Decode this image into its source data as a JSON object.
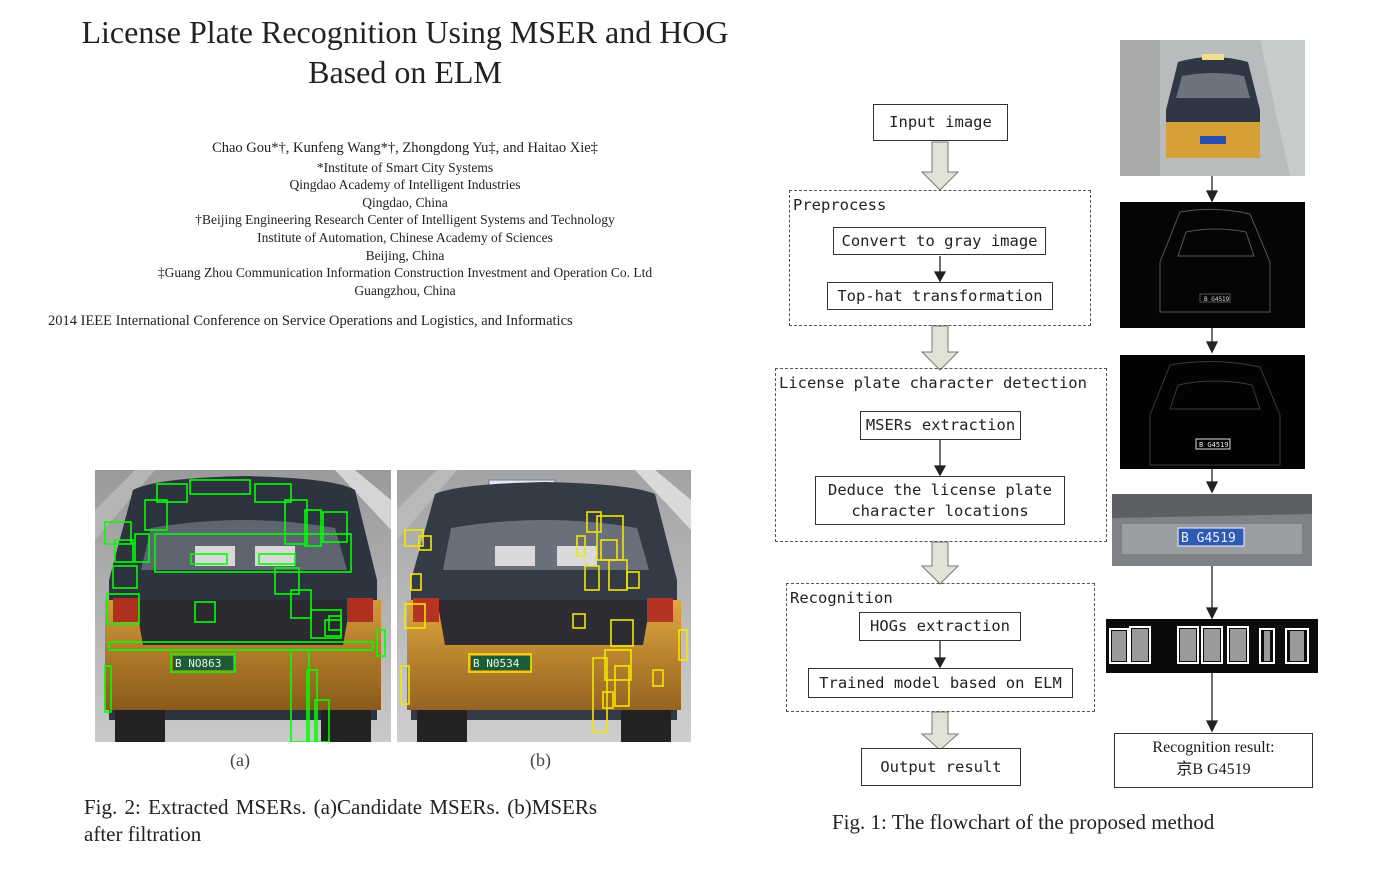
{
  "paper": {
    "title_line1": "License Plate Recognition Using MSER and HOG",
    "title_line2": "Based on ELM",
    "authors": "Chao Gou*†, Kunfeng Wang*†, Zhongdong Yu‡, and Haitao Xie‡",
    "affil_lines": [
      "*Institute of Smart City Systems",
      "Qingdao Academy of Intelligent Industries",
      "Qingdao, China",
      "†Beijing Engineering Research Center of Intelligent Systems and Technology",
      "Institute of Automation, Chinese Academy of Sciences",
      "Beijing, China",
      "‡Guang Zhou Communication Information Construction Investment and Operation Co. Ltd",
      "Guangzhou, China"
    ],
    "conference": "2014 IEEE International Conference on Service Operations and Logistics, and Informatics"
  },
  "fig2": {
    "sub_a": "(a)",
    "sub_b": "(b)",
    "plate_a": "B NO863",
    "plate_b": "B N0534",
    "caption_line1": "Fig. 2: Extracted MSERs. (a)Candidate MSERs. (b)MSERs",
    "caption_line2": "after filtration"
  },
  "fig1": {
    "input": "Input image",
    "preprocess_label": "Preprocess",
    "gray": "Convert to gray image",
    "tophat": "Top-hat transformation",
    "detect_label": "License plate character detection",
    "msers": "MSERs extraction",
    "deduce_line1": "Deduce the license plate",
    "deduce_line2": "character locations",
    "recog_label": "Recognition",
    "hogs": "HOGs extraction",
    "trained": "Trained model based on ELM",
    "output": "Output result",
    "plate_text": "B G4519",
    "result_line1": "Recognition result:",
    "result_line2": "京B G4519",
    "caption": "Fig. 1: The flowchart of the proposed method"
  }
}
